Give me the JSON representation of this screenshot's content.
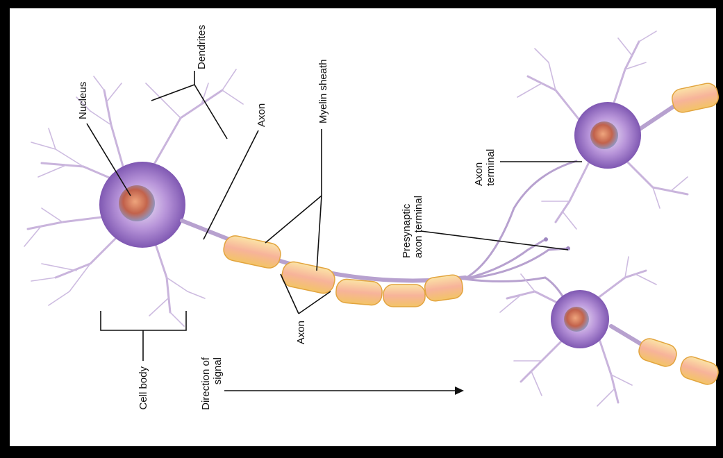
{
  "labels": {
    "dendrites": "Dendrites",
    "nucleus": "Nucleus",
    "axon_top": "Axon",
    "myelin_sheath": "Myelin sheath",
    "axon_bottom": "Axon",
    "cell_body": "Cell body",
    "direction_line1": "Direction of",
    "direction_line2": "signal",
    "presynaptic_line1": "Presynaptic",
    "presynaptic_line2": "axon terminal",
    "axon_terminal_line1": "Axon",
    "axon_terminal_line2": "terminal"
  },
  "colors": {
    "frame": "#000000",
    "background": "#ffffff",
    "cell_body": "#8a64b8",
    "myelin": "#f5c36a",
    "nucleus": "#c0583a",
    "leader_lines": "#111111"
  }
}
